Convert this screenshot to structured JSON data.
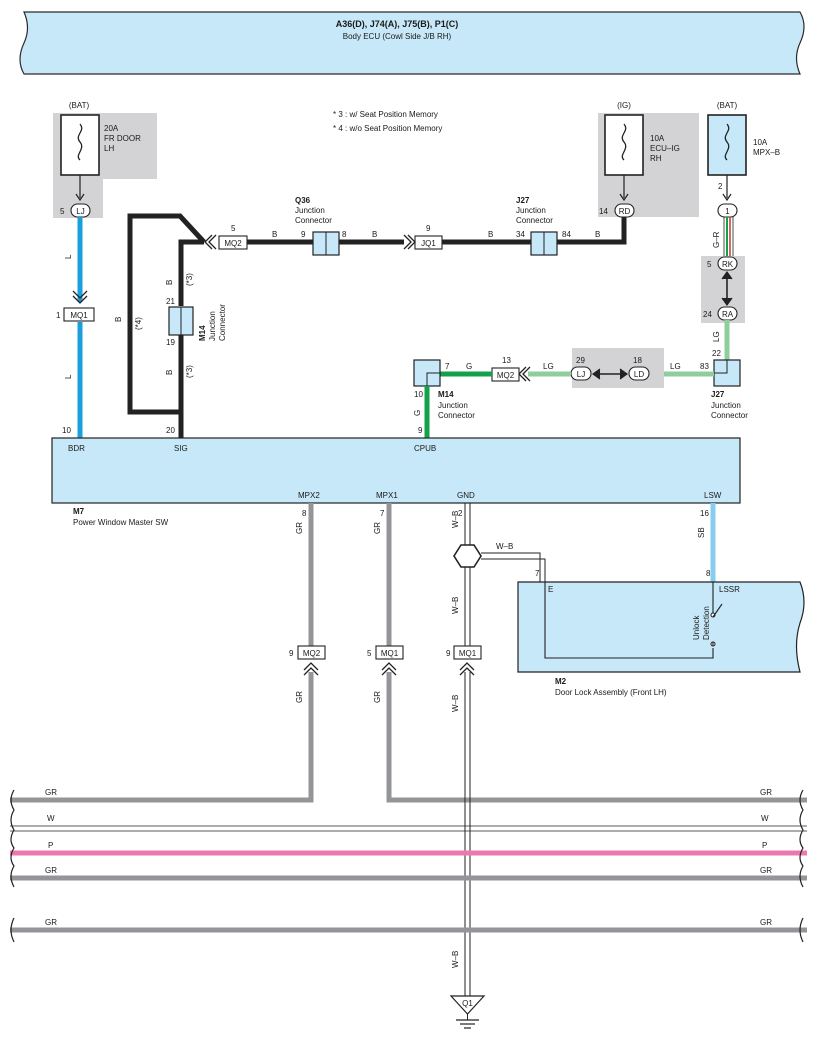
{
  "colors": {
    "ecu_fill": "#c7e8f8",
    "fuse_box": "#d3d3d5",
    "wire_L": "#1aa0dc",
    "wire_B": "#222222",
    "wire_G": "#13a24a",
    "wire_LG": "#8fcd9c",
    "wire_GR": "#939598",
    "wire_SB": "#86cdf0",
    "wire_P": "#ec79ad"
  },
  "header_ecu": {
    "line1": "A36(D), J74(A), J75(B), P1(C)",
    "line2": "Body ECU (Cowl Side J/B RH)"
  },
  "notes": {
    "n3": "* 3 : w/ Seat Position Memory",
    "n4": "* 4 : w/o Seat Position Memory"
  },
  "fuses": {
    "bat1": {
      "source": "(BAT)",
      "amp": "20A",
      "name1": "FR DOOR",
      "name2": "LH",
      "pin": "5",
      "conn": "LJ"
    },
    "ig": {
      "source": "(IG)",
      "amp": "10A",
      "name1": "ECU–IG",
      "name2": "RH",
      "pin": "14",
      "conn": "RD"
    },
    "bat2": {
      "source": "(BAT)",
      "amp": "10A",
      "name1": "MPX–B",
      "pin": "2",
      "conn": "1"
    }
  },
  "junctions": {
    "q36": {
      "id": "Q36",
      "l1": "Junction",
      "l2": "Connector",
      "pin_in": "9",
      "pin_out": "8"
    },
    "j27_top": {
      "id": "J27",
      "l1": "Junction",
      "l2": "Connector",
      "pin_in": "34",
      "pin_out": "84"
    },
    "m14_left": {
      "id": "M14",
      "l1": "Junction",
      "l2": "Connector",
      "pin_top": "21",
      "pin_bottom": "19"
    },
    "m14_mid": {
      "id": "M14",
      "l1": "Junction",
      "l2": "Connector",
      "pin_right": "7",
      "pin_bottom": "10"
    },
    "j27_right": {
      "id": "J27",
      "l1": "Junction",
      "l2": "Connector",
      "pin_top": "22",
      "pin_left": "83"
    }
  },
  "connectors": {
    "mq1_bdr": {
      "label": "MQ1",
      "pin": "1"
    },
    "mq2_top": {
      "label": "MQ2",
      "pin": "5"
    },
    "jq1": {
      "label": "JQ1",
      "pin": "9"
    },
    "rk": {
      "label": "RK",
      "pin": "5"
    },
    "ra": {
      "label": "RA",
      "pin": "24"
    },
    "mq2_g": {
      "label": "MQ2",
      "pin": "13"
    },
    "lj_mid": {
      "label": "LJ",
      "pin": "29"
    },
    "ld_mid": {
      "label": "LD",
      "pin": "18"
    },
    "mq2_bot": {
      "label": "MQ2",
      "pin": "9"
    },
    "mq1_mpx1": {
      "label": "MQ1",
      "pin": "5"
    },
    "mq1_gnd": {
      "label": "MQ1",
      "pin": "9"
    },
    "q1": {
      "label": "Q1"
    }
  },
  "wire_labels": {
    "L": "L",
    "B": "B",
    "G": "G",
    "LG": "LG",
    "GR": "GR",
    "G_R": "G–R",
    "SB": "SB",
    "W_B": "W–B",
    "W": "W",
    "P": "P",
    "star3": "(*3)",
    "star4": "(*4)"
  },
  "m7": {
    "id": "M7",
    "name": "Power Window Master SW",
    "terms": [
      {
        "name": "BDR",
        "pin": "10"
      },
      {
        "name": "SIG",
        "pin": "20"
      },
      {
        "name": "CPUB",
        "pin": "9"
      },
      {
        "name": "MPX2",
        "pin": "8"
      },
      {
        "name": "MPX1",
        "pin": "7"
      },
      {
        "name": "GND",
        "pin": "2"
      },
      {
        "name": "LSW",
        "pin": "16"
      }
    ]
  },
  "m2": {
    "id": "M2",
    "name": "Door Lock Assembly (Front LH)",
    "term_e": "E",
    "pin_e": "7",
    "term_lssr": "LSSR",
    "pin_lssr": "8",
    "switch_l1": "Unlock",
    "switch_l2": "Detection"
  },
  "bus_lines": [
    {
      "color": "GR"
    },
    {
      "color": "W"
    },
    {
      "color": "P"
    },
    {
      "color": "GR"
    },
    {
      "color": "GR"
    }
  ]
}
